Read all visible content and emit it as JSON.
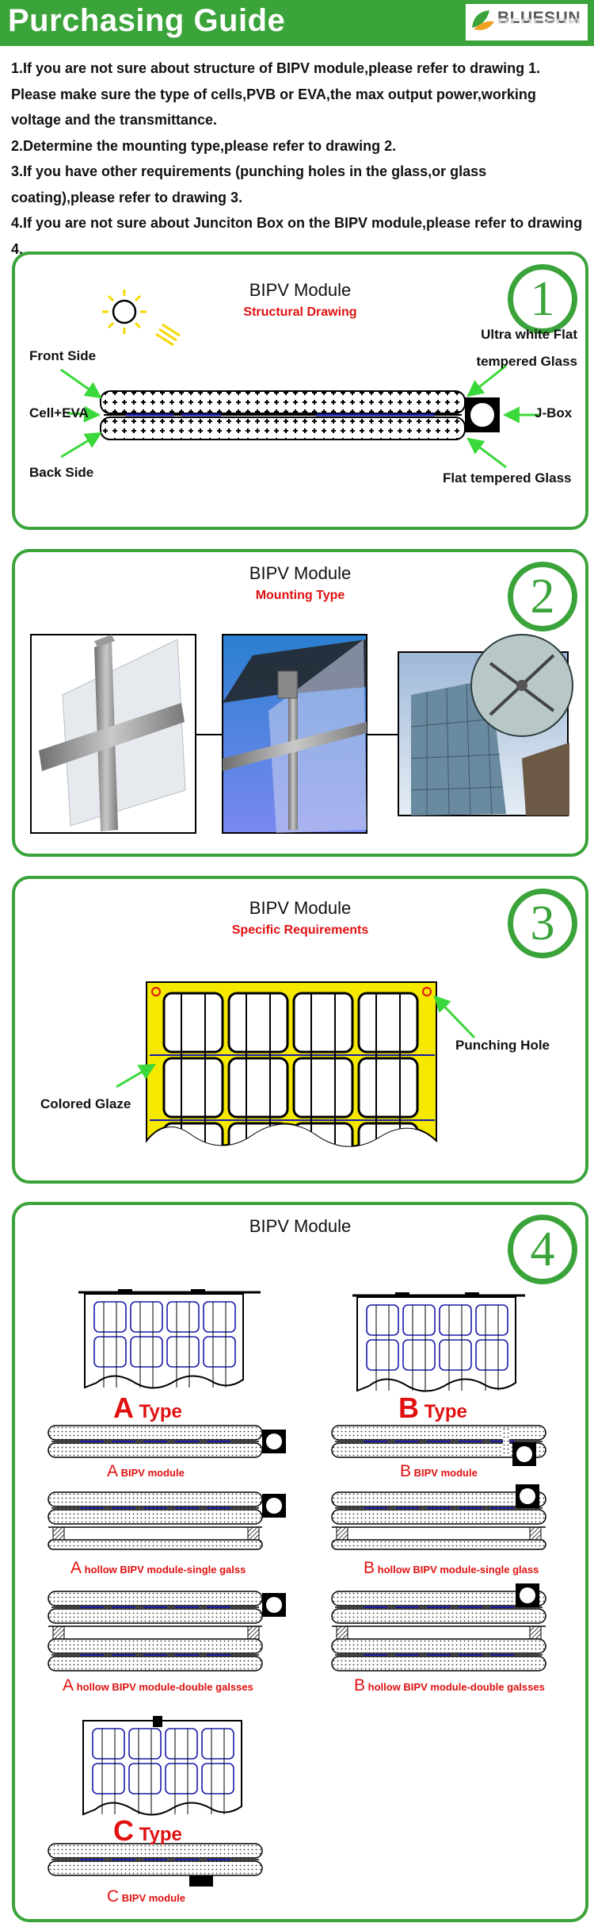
{
  "header": {
    "title": "Purchasing Guide",
    "logo_text": "BLUESUN"
  },
  "intro": [
    "1.If you are not sure about structure of BIPV module,please refer to drawing 1.",
    "Please make sure the type of cells,PVB or EVA,the max output power,working voltage and the transmittance.",
    "2.Determine the mounting type,please refer to drawing 2.",
    "3.If you have other requirements (punching holes in the glass,or glass coating),please refer to drawing 3.",
    "4.If you are not sure about Junciton Box on the BIPV module,please refer to drawing 4."
  ],
  "colors": {
    "green": "#3aa33a",
    "red": "#e01010",
    "yellow": "#f5e900",
    "blue": "#1a1aa8"
  },
  "section1": {
    "number": "1",
    "title": "BIPV Module",
    "subtitle": "Structural Drawing",
    "labels": {
      "front_side": "Front Side",
      "cell_eva": "Cell+EVA",
      "back_side": "Back Side",
      "ultra_white": "Ultra white Flat tempered Glass",
      "j_box": "J-Box",
      "flat_tempered": "Flat tempered Glass"
    }
  },
  "section2": {
    "number": "2",
    "title": "BIPV Module",
    "subtitle": "Mounting Type",
    "photos": [
      "curtain-wall-frame-render",
      "frame-with-glass-panel-render",
      "point-fixed-glass-building-photo"
    ]
  },
  "section3": {
    "number": "3",
    "title": "BIPV Module",
    "subtitle": "Specific Requirements",
    "labels": {
      "punching_hole": "Punching Hole",
      "colored_glaze": "Colored Glaze"
    }
  },
  "section4": {
    "number": "4",
    "title": "BIPV Module",
    "types": [
      {
        "letter": "A",
        "word": "Type"
      },
      {
        "letter": "B",
        "word": "Type"
      },
      {
        "letter": "C",
        "word": "Type"
      }
    ],
    "captions": {
      "a1": {
        "letter": "A",
        "text": "BIPV module"
      },
      "a2": {
        "letter": "A",
        "text": "hollow BIPV module-single galss"
      },
      "a3": {
        "letter": "A",
        "text": "hollow BIPV module-double galsses"
      },
      "b1": {
        "letter": "B",
        "text": "BIPV module"
      },
      "b2": {
        "letter": "B",
        "text": "hollow BIPV module-single glass"
      },
      "b3": {
        "letter": "B",
        "text": "hollow BIPV module-double galsses"
      },
      "c1": {
        "letter": "C",
        "text": "BIPV module"
      }
    }
  }
}
